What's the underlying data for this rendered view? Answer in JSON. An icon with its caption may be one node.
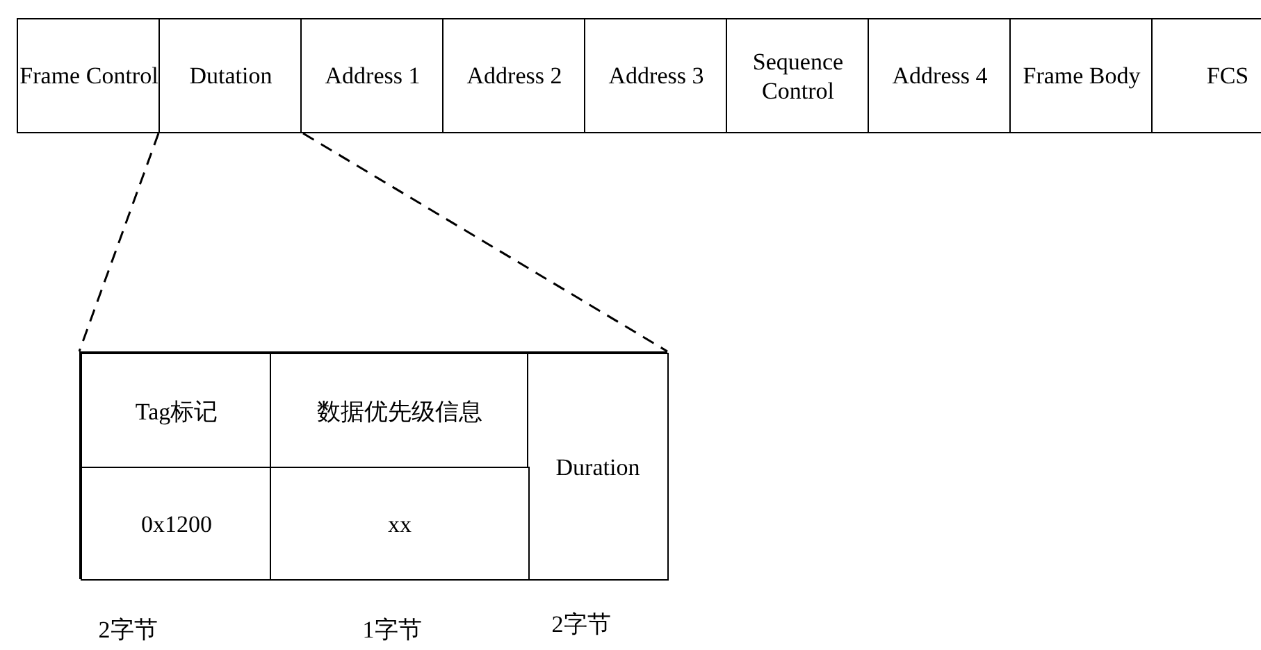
{
  "diagram": {
    "nodes": [
      {
        "text": [
          "Frame Control"
        ]
      },
      {
        "text": [
          "Dutation"
        ]
      },
      {
        "text": [
          "Address 1"
        ]
      },
      {
        "text": [
          "Address 2"
        ]
      },
      {
        "text": [
          "Address 3"
        ]
      },
      {
        "text": [
          "Sequence Control"
        ]
      },
      {
        "text": [
          "Address 4"
        ]
      },
      {
        "text": [
          "Frame Body"
        ]
      },
      {
        "text": [
          "FCS"
        ]
      },
      {
        "text": [],
        "shape": "box"
      },
      {
        "text": [
          "Tag标记"
        ],
        "in": 9
      },
      {
        "text": [
          "数据优先级信息"
        ],
        "in": 9
      },
      {
        "text": [
          "Duration"
        ],
        "in": 9
      },
      {
        "text": [
          "0x1200"
        ],
        "in": 9
      },
      {
        "text": [
          "xx"
        ],
        "in": 9
      }
    ],
    "edges": [
      {
        "from": 1,
        "to": 9,
        "arrow": "none",
        "style": "dashed"
      },
      {
        "from": 1,
        "to": 9,
        "arrow": "none",
        "style": "dashed"
      }
    ],
    "labels": [
      "2字节",
      "1字节",
      "2字节"
    ]
  }
}
